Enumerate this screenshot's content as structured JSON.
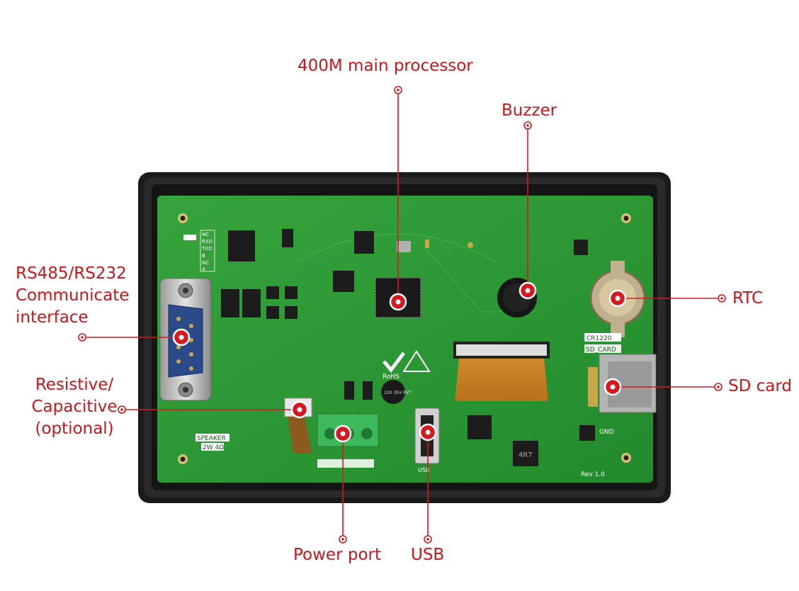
{
  "colors": {
    "callout": "#d41a20",
    "pcb": "#2f9a36",
    "pcb_dark": "#1f7a2a",
    "bezel": "#1c1c1c",
    "connector_gray": "#b8b8b8",
    "terminal_green": "#3db85a"
  },
  "callouts": {
    "processor": "400M main processor",
    "buzzer": "Buzzer",
    "rs485_line1": "RS485/RS232",
    "rs485_line2": "Communicate",
    "rs485_line3": "interface",
    "touch_line1": "Resistive/",
    "touch_line2": "Capacitive",
    "touch_line3": "(optional)",
    "rtc": "RTC",
    "sdcard": "SD card",
    "power": "Power port",
    "usb": "USB"
  },
  "board": {
    "silkscreen": {
      "rohs": "RoHS",
      "cr1220": "CR1220",
      "sd_card": "SD_CARD",
      "speaker": "SPEAKER",
      "speaker_spec": "2W 4Ω",
      "rev": "Rev 1.0",
      "gnd": "GND",
      "usb": "USB",
      "nc1": "NC",
      "rxd": "RXD",
      "txd": "TXD",
      "b": "B",
      "nc2": "NC",
      "a": "A",
      "cap": "120 35V RVT",
      "inductor": "4R7"
    }
  }
}
